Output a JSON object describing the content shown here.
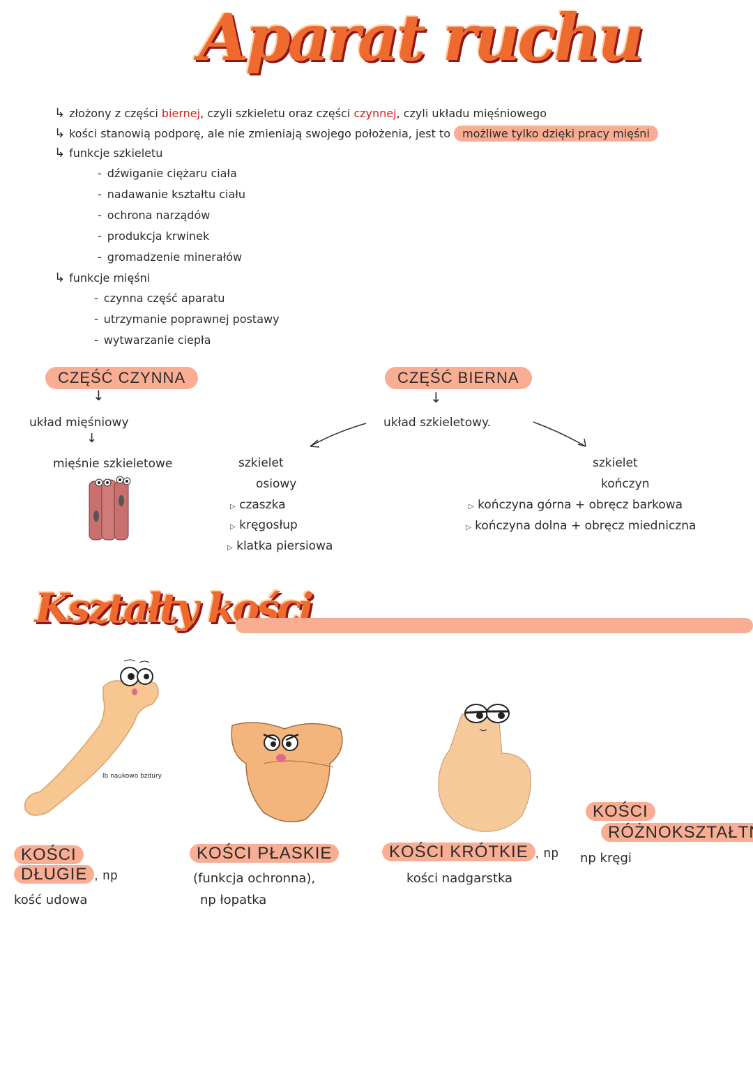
{
  "header": {
    "title": "Aparat ruchu"
  },
  "intro": {
    "line1": {
      "a": "złożony z części ",
      "b": "biernej",
      "c": ", czyli szkieletu oraz części ",
      "d": "czynnej",
      "e": ", czyli układu mięśniowego"
    },
    "line2": {
      "a": "kości stanowią podporę, ale nie zmieniają swojego położenia, jest to ",
      "highlight": "możliwe tylko dzięki pracy mięśni"
    },
    "skeleton_functions_title": "funkcje szkieletu",
    "skeleton_functions": [
      "dźwiganie ciężaru ciała",
      "nadawanie kształtu ciału",
      "ochrona narządów",
      "produkcja krwinek",
      "gromadzenie minerałów"
    ],
    "muscle_functions_title": "funkcje mięśni",
    "muscle_functions": [
      "czynna część aparatu",
      "utrzymanie poprawnej postawy",
      "wytwarzanie ciepła"
    ]
  },
  "active": {
    "label": "CZĘŚĆ CZYNNA",
    "system": "układ mięśniowy",
    "muscles": "mięśnie szkieletowe"
  },
  "passive": {
    "label": "CZĘŚĆ BIERNA",
    "system": "układ szkieletowy.",
    "axial_title1": "szkielet",
    "axial_title2": "osiowy",
    "axial_items": [
      "czaszka",
      "kręgosłup",
      "klatka piersiowa"
    ],
    "limbs_title1": "szkielet",
    "limbs_title2": "kończyn",
    "limbs_items": [
      "kończyna górna + obręcz barkowa",
      "kończyna dolna + obręcz miedniczna"
    ]
  },
  "shapes": {
    "title": "Kształty kości",
    "long": {
      "label1": "KOŚCI",
      "label2": "DŁUGIE",
      "suffix": ", np",
      "example": "kość udowa",
      "note": "lb naukowo bzdury"
    },
    "flat": {
      "label": "KOŚCI PŁASKIE",
      "function": "(funkcja ochronna),",
      "example": "np łopatka"
    },
    "short": {
      "label": "KOŚCI KRÓTKIE",
      "suffix": ", np",
      "example": "kości nadgarstka"
    },
    "irregular": {
      "label1": "KOŚCI",
      "label2": "RÓŻNOKSZTAŁTNE",
      "example": "np kręgi"
    }
  },
  "colors": {
    "accent": "#f9ad93",
    "title": "#ef6a2e",
    "title_shadow": "#8f1717",
    "red": "#d2231c",
    "bone": "#f8c690",
    "muscle": "#c9706e"
  }
}
